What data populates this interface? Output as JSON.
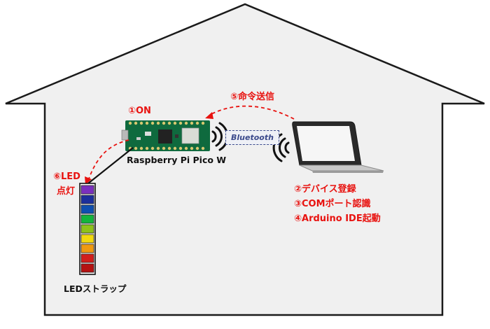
{
  "labels": {
    "step1": "①ON",
    "step5": "⑤命令送信",
    "step6_line1": "⑥LED",
    "step6_line2": "点灯",
    "pico_name": "Raspberry Pi Pico W",
    "bluetooth": "Bluetooth",
    "step2": "②デバイス登録",
    "step3": "③COMポート認識",
    "step4": "④Arduino IDE起動",
    "strap_name": "LEDストラップ"
  },
  "colors": {
    "house_fill": "#f0f0f0",
    "house_stroke": "#1a1a1a",
    "accent_red": "#e8120f",
    "board_green": "#0f6a3e"
  },
  "led_strap": {
    "leds": [
      "#7b2fbf",
      "#1c2f9c",
      "#0f4fb0",
      "#12b53c",
      "#8ec21a",
      "#f2d90f",
      "#f09a10",
      "#d21f1c",
      "#b51212"
    ]
  },
  "icons": [
    "house-outline",
    "raspberry-pi-board",
    "wireless-signal-icon",
    "laptop-icon",
    "led-strap"
  ]
}
